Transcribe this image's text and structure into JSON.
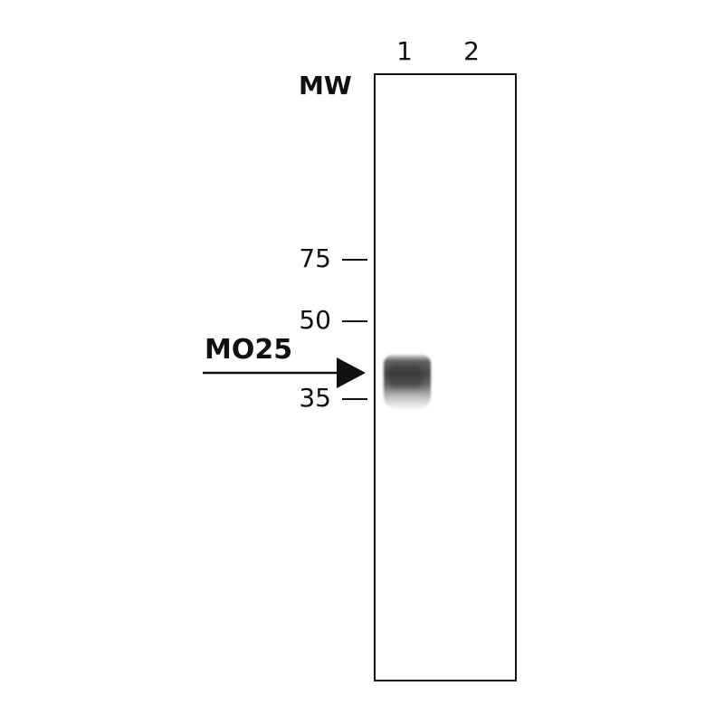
{
  "lanes": [
    "1",
    "2"
  ],
  "mw_label": "MW",
  "markers": [
    "75",
    "50",
    "35"
  ],
  "protein_label": "MO25",
  "colors": {
    "ink": "#111111",
    "background": "#ffffff",
    "band": "#444444"
  }
}
